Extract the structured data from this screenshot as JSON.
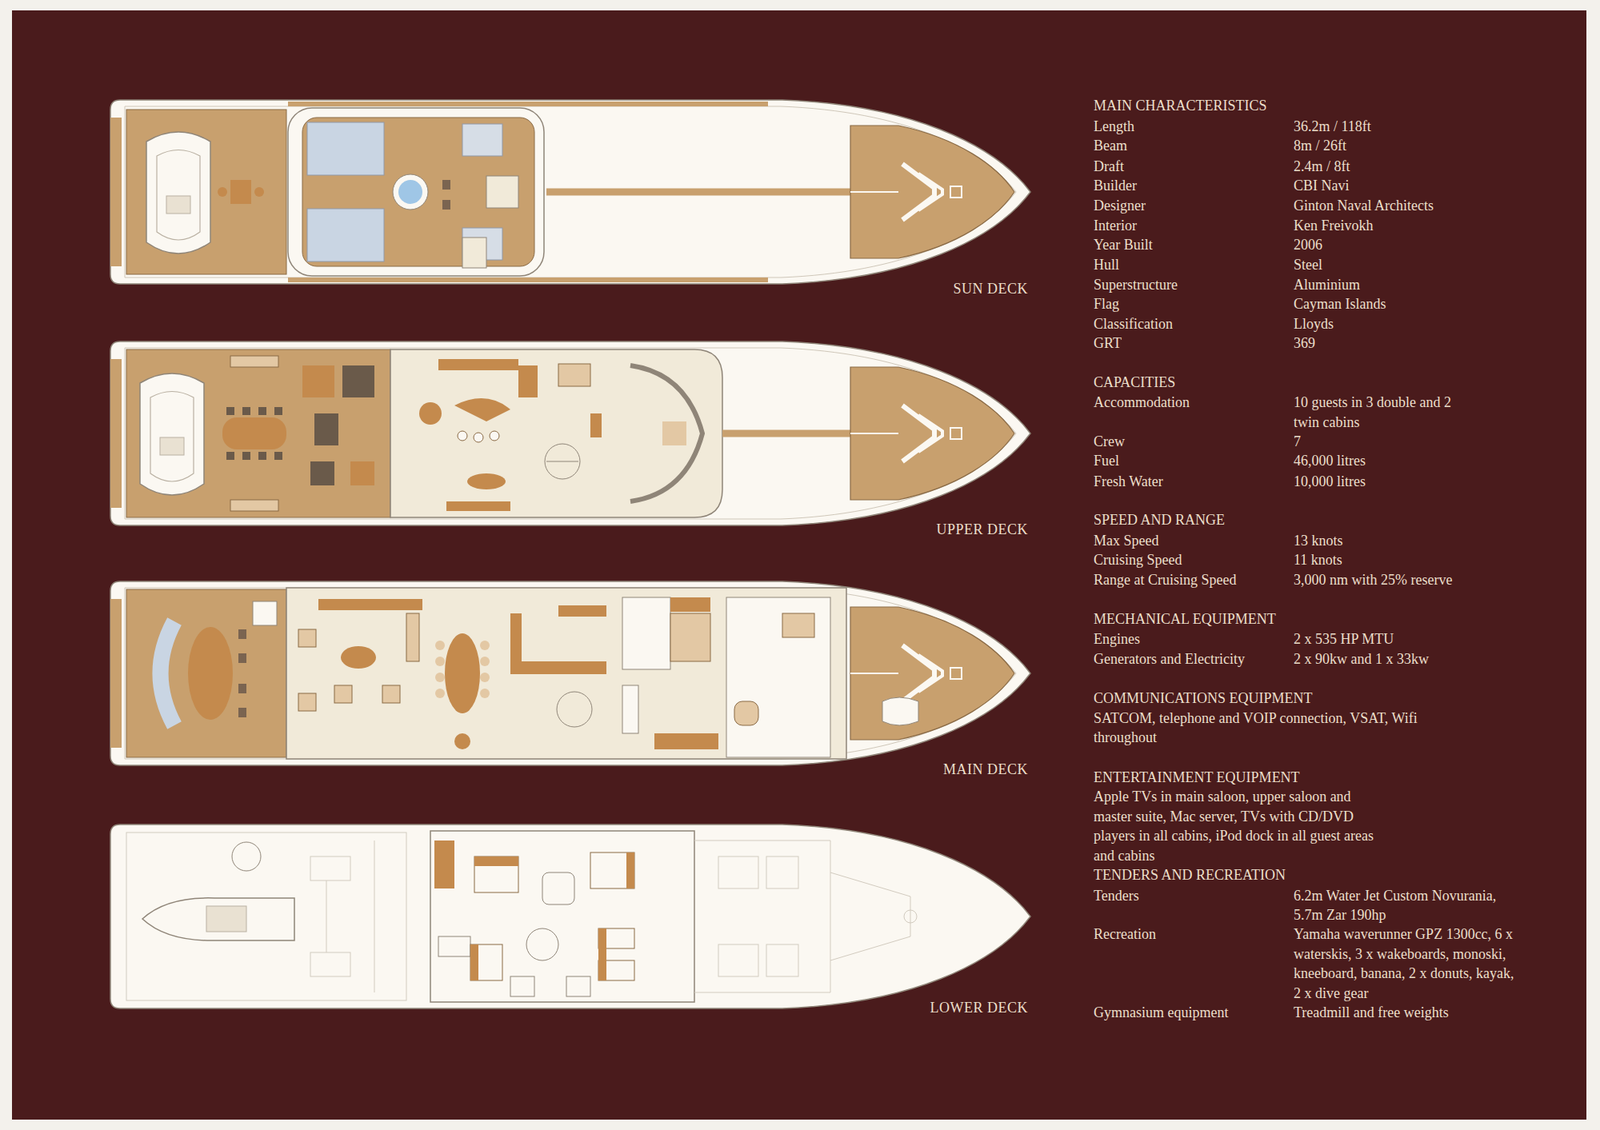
{
  "diagram": {
    "labels": [
      "SUN DECK",
      "UPPER DECK",
      "MAIN DECK",
      "LOWER DECK",
      "MAIN CHARACTERISTICS",
      "Length",
      "36.2m / 118ft",
      "Beam",
      "8m / 26ft",
      "Draft",
      "2.4m / 8ft",
      "Builder",
      "CBI Navi",
      "Designer",
      "Ginton Naval Architects",
      "Interior",
      "Ken Freivokh",
      "Year Built",
      "2006",
      "Hull",
      "Steel",
      "Superstructure",
      "Aluminium",
      "Flag",
      "Cayman Islands",
      "Classification",
      "Lloyds",
      "GRT",
      "369",
      "CAPACITIES",
      "Accommodation",
      "10 guests in 3 double and 2 twin cabins",
      "Crew",
      "7",
      "Fuel",
      "46,000 litres",
      "Fresh Water",
      "10,000 litres",
      "SPEED AND RANGE",
      "Max Speed",
      "13 knots",
      "Cruising Speed",
      "11 knots",
      "Range at Cruising Speed",
      "3,000 nm with 25% reserve",
      "MECHANICAL EQUIPMENT",
      "Engines",
      "2 x 535 HP MTU",
      "Generators and Electricity",
      "2 x 90kw and 1 x 33kw",
      "COMMUNICATIONS EQUIPMENT",
      "SATCOM, telephone and VOIP connection, VSAT, Wifi throughout",
      "ENTERTAINMENT EQUIPMENT",
      "Apple TVs in main saloon, upper saloon and master suite, Mac server, TVs with CD/DVD players in all cabins, iPod dock in all guest areas and cabins",
      "TENDERS AND RECREATION",
      "Tenders",
      "6.2m Water Jet Custom Novurania, 5.7m Zar 190hp",
      "Recreation",
      "Yamaha waverunner GPZ 1300cc, 6 x waterskis, 3 x wakeboards, monoski, kneeboard, banana, 2 x donuts, kayak, 2 x dive gear",
      "Gymnasium equipment",
      "Treadmill and free weights"
    ]
  }
}
